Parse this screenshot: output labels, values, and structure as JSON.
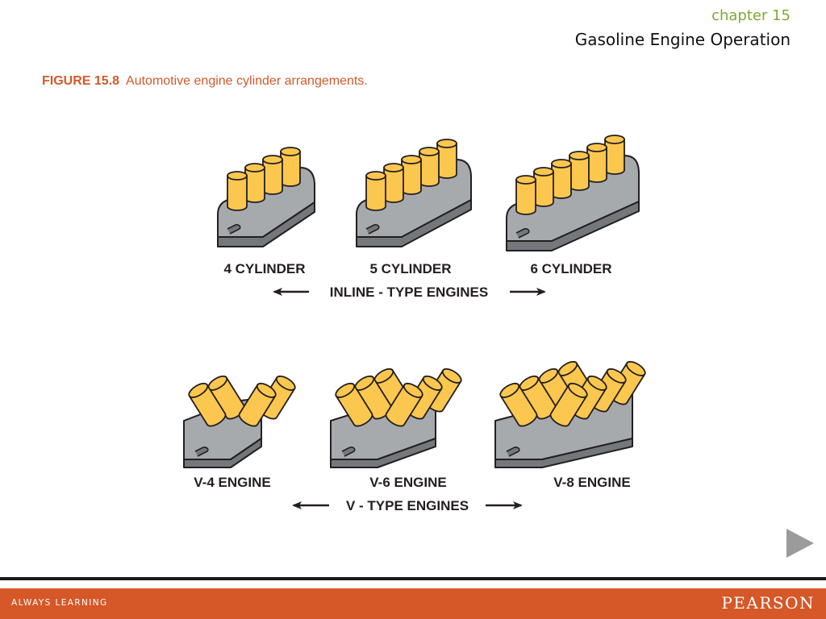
{
  "header": {
    "chapter": "chapter 15",
    "topic": "Gasoline Engine Operation"
  },
  "caption": {
    "figure_number": "FIGURE 15.8",
    "text": "Automotive engine cylinder arrangements."
  },
  "diagram": {
    "inline_engines": [
      {
        "label": "4 CYLINDER",
        "cylinders": 4
      },
      {
        "label": "5 CYLINDER",
        "cylinders": 5
      },
      {
        "label": "6 CYLINDER",
        "cylinders": 6
      }
    ],
    "inline_group_label": "INLINE - TYPE ENGINES",
    "v_engines": [
      {
        "label": "V-4 ENGINE",
        "cylinders": 4
      },
      {
        "label": "V-6 ENGINE",
        "cylinders": 6
      },
      {
        "label": "V-8 ENGINE",
        "cylinders": 8
      }
    ],
    "v_group_label": "V - TYPE ENGINES",
    "colors": {
      "cylinder": "#fcc74f",
      "block": "#a7aaad",
      "block_dark": "#75787b",
      "outline": "#231f20"
    }
  },
  "navigation": {
    "next_icon": "play-triangle-icon"
  },
  "footer": {
    "tagline": "ALWAYS LEARNING",
    "brand": "PEARSON",
    "bar_color": "#d65727"
  }
}
